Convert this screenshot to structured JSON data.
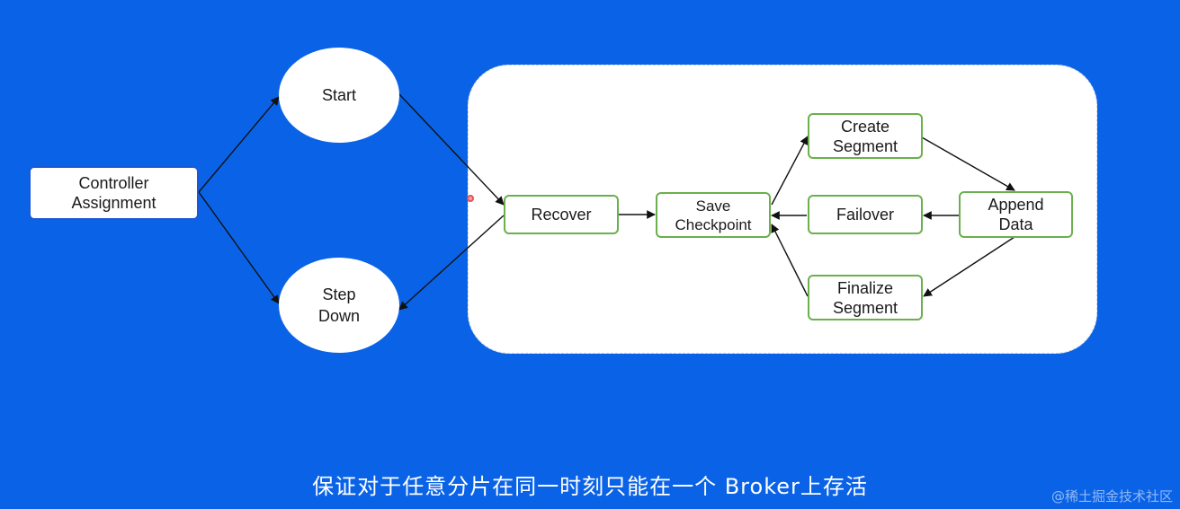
{
  "diagram": {
    "nodes": {
      "controller_assignment": "Controller\nAssignment",
      "start": "Start",
      "step_down": "Step\nDown",
      "recover": "Recover",
      "save_checkpoint": "Save\nCheckpoint",
      "create_segment": "Create\nSegment",
      "failover": "Failover",
      "finalize_segment": "Finalize\nSegment",
      "append_data": "Append\nData"
    },
    "edges": [
      [
        "controller_assignment",
        "start"
      ],
      [
        "controller_assignment",
        "step_down"
      ],
      [
        "start",
        "recover"
      ],
      [
        "recover",
        "step_down"
      ],
      [
        "recover",
        "save_checkpoint"
      ],
      [
        "save_checkpoint",
        "create_segment"
      ],
      [
        "create_segment",
        "append_data"
      ],
      [
        "append_data",
        "failover"
      ],
      [
        "failover",
        "save_checkpoint"
      ],
      [
        "append_data",
        "finalize_segment"
      ],
      [
        "finalize_segment",
        "save_checkpoint"
      ]
    ]
  },
  "caption": "保证对于任意分片在同一时刻只能在一个 Broker上存活",
  "watermark": "@稀土掘金技术社区",
  "colors": {
    "background": "#0a63e6",
    "panel": "#ffffff",
    "box_border_outer": "#1e57d6",
    "box_border_inner": "#6ab04c",
    "edge": "#111111"
  }
}
